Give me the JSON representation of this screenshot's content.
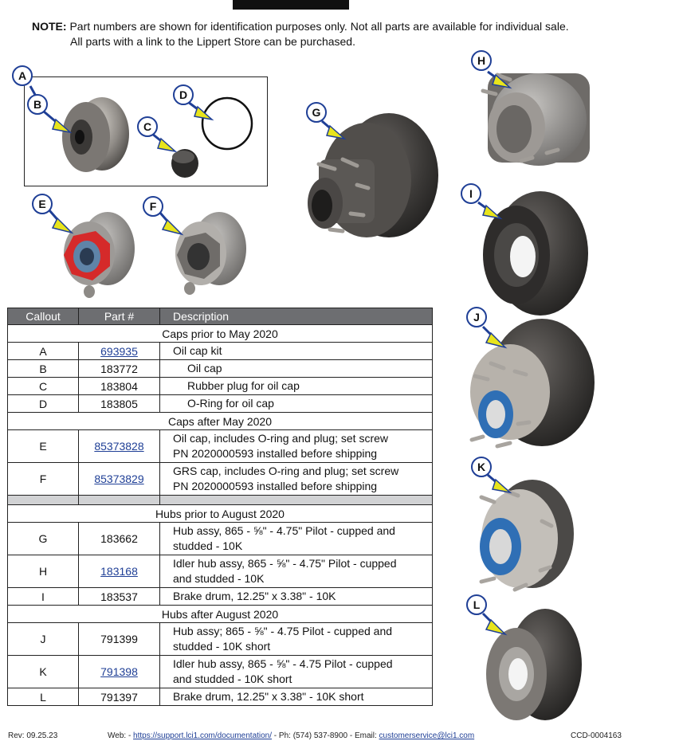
{
  "note": {
    "label": "NOTE:",
    "line1": "Part numbers are shown for identification purposes only. Not all parts are available for individual sale.",
    "line2": "All parts with a link to the Lippert Store can be purchased."
  },
  "callouts": {
    "A": "A",
    "B": "B",
    "C": "C",
    "D": "D",
    "E": "E",
    "F": "F",
    "G": "G",
    "H": "H",
    "I": "I",
    "J": "J",
    "K": "K",
    "L": "L"
  },
  "table": {
    "headers": {
      "callout": "Callout",
      "part": "Part #",
      "description": "Description"
    },
    "sections": {
      "s1": "Caps prior to May 2020",
      "s2": "Caps after May 2020",
      "s3": "Hubs prior to August 2020",
      "s4": "Hubs after August 2020"
    },
    "rows": {
      "A": {
        "callout": "A",
        "part": "693935",
        "desc": "Oil cap kit"
      },
      "B": {
        "callout": "B",
        "part": "183772",
        "desc": "Oil cap"
      },
      "C": {
        "callout": "C",
        "part": "183804",
        "desc": "Rubber plug for oil cap"
      },
      "D": {
        "callout": "D",
        "part": "183805",
        "desc": "O-Ring for oil cap"
      },
      "E": {
        "callout": "E",
        "part": "85373828",
        "desc1": "Oil cap, includes O-ring and plug; set screw",
        "desc2": "PN 2020000593 installed before shipping"
      },
      "F": {
        "callout": "F",
        "part": "85373829",
        "desc1": "GRS cap, includes O-ring and plug; set screw",
        "desc2": "PN 2020000593 installed before shipping"
      },
      "G": {
        "callout": "G",
        "part": "183662",
        "desc1": "Hub assy, 865 - ⅝\" - 4.75\" Pilot - cupped and",
        "desc2": "studded - 10K"
      },
      "H": {
        "callout": "H",
        "part": "183168",
        "desc1": "Idler hub assy, 865 - ⅝\" - 4.75\" Pilot - cupped",
        "desc2": "and studded - 10K"
      },
      "I": {
        "callout": "I",
        "part": "183537",
        "desc": "Brake drum, 12.25\" x 3.38\" - 10K"
      },
      "J": {
        "callout": "J",
        "part": "791399",
        "desc1": "Hub assy; 865 - ⅝\" -  4.75 Pilot - cupped and",
        "desc2": "studded  - 10K short"
      },
      "K": {
        "callout": "K",
        "part": "791398",
        "desc1": "Idler hub assy,  865 - ⅝\" - 4.75 Pilot - cupped",
        "desc2": "and studded - 10K short"
      },
      "L": {
        "callout": "L",
        "part": "791397",
        "desc": "Brake drum, 12.25\" x 3.38\" - 10K short"
      }
    }
  },
  "footer": {
    "rev": "Rev: 09.25.23",
    "web_label": "Web: - ",
    "web_link": "https://support.lci1.com/documentation/",
    "phone": " - Ph: (574) 537-8900 - Email: ",
    "email": "customerservice@lci1.com",
    "doc": "CCD-0004163"
  },
  "colors": {
    "callout_ring": "#1f3f96",
    "arrow_fill": "#e8e41c",
    "header_bg": "#6d6e71",
    "link": "#1f3f96"
  }
}
